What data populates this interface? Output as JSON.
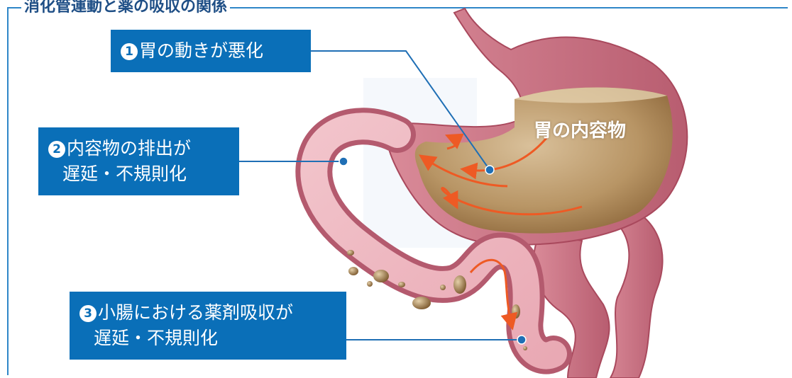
{
  "header": {
    "text": "消化管運動と薬の吸収の関係"
  },
  "callouts": [
    {
      "number": "1",
      "line1": "胃の動きが悪化",
      "line2": ""
    },
    {
      "number": "2",
      "line1": "内容物の排出が",
      "line2": "遅延・不規則化"
    },
    {
      "number": "3",
      "line1": "小腸における薬剤吸収が",
      "line2": "遅延・不規則化"
    }
  ],
  "labels": {
    "stomach_contents": "胃の内容物"
  },
  "colors": {
    "callout_bg": "#0a6fb8",
    "leader_line": "#1f6fb5",
    "tissue": "#c9677a",
    "contents": "#b48a5a",
    "arrow": "#ee5a24"
  }
}
